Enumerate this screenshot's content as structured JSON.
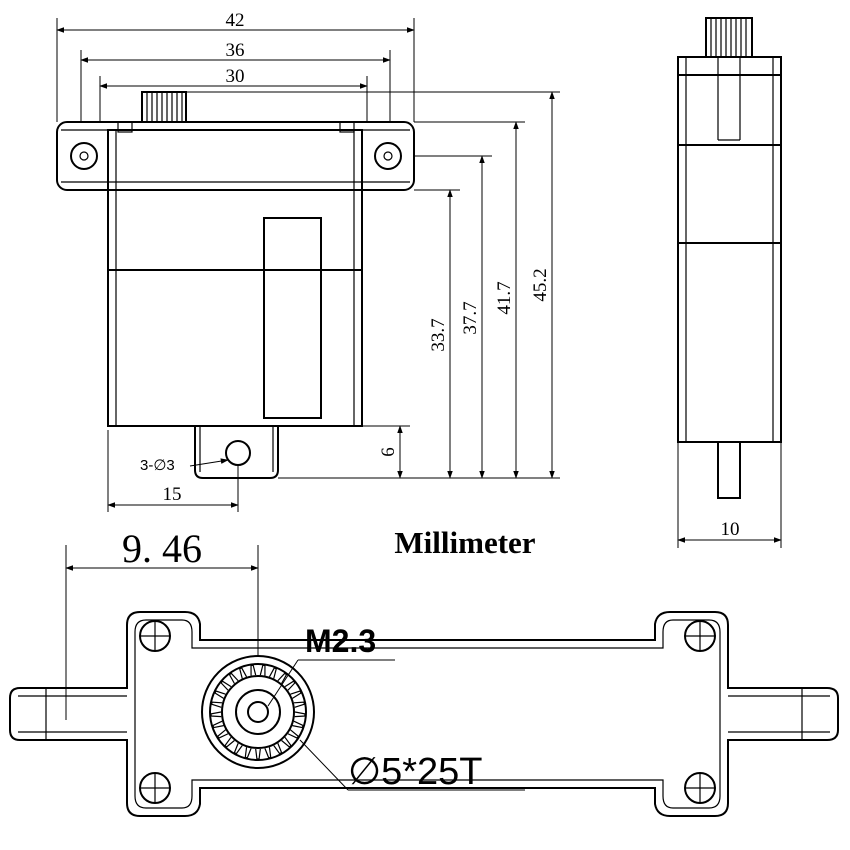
{
  "unit_label": "Millimeter",
  "front_view": {
    "width_dims": [
      "42",
      "36",
      "30"
    ],
    "height_dims": [
      "33.7",
      "37.7",
      "41.7",
      "45.2"
    ],
    "tab_height": "6",
    "hole_note": "3-∅3",
    "hole_offset": "15"
  },
  "side_view": {
    "width_dim": "10"
  },
  "bottom_view": {
    "offset_dim": "9. 46",
    "screw_label": "M2.3",
    "spline_label": "∅5*25T"
  }
}
